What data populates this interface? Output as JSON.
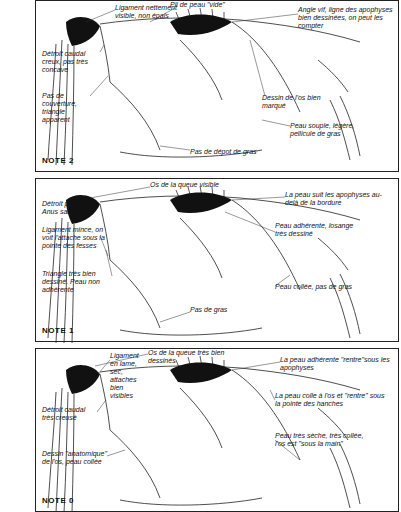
{
  "diagram": {
    "nodes": [
      {
        "text": [
          "NOTE 2"
        ]
      },
      {
        "text": [
          "NOTE 1"
        ]
      },
      {
        "text": [
          "NOTE 0"
        ]
      }
    ],
    "labels": [
      "Ligament nettement visible, non épais",
      "Pli de peau \"vide\"",
      "Angle vif, ligne des apophyses bien dessinées, on peut les compter",
      "Détroit caudal creux, pas très concave",
      "Pas de couverture, triangle apparent",
      "Dessin de l'os bien marqué",
      "Peau souple, légère, pellicule de gras",
      "Pas de dépot de gras",
      "Os de la queue visible",
      "Détroit profond Anus saillant",
      "La peau suit les apophyses au-delà de la bordure",
      "Ligament mince, on voit l'attache sous la pointe des fesses",
      "Peau adhérente, losange très dessiné",
      "Triangle très bien dessiné. Peau non adhérente",
      "Peau collée, pas de gras",
      "Pas de gras",
      "Os de la queue très bien dessinés",
      "Ligament en lame, sec, attaches bien visibles",
      "La peau adhérente \"rentre\"sous les apophyses",
      "Détroit caudal très creusé",
      "La peau colle à l'os et \"rentre\" sous la pointe des hanches",
      "Dessin \"anatomique\" de l'os, peau collée",
      "Peau très sèche, très collée, l'os est \"sous la main\""
    ]
  }
}
